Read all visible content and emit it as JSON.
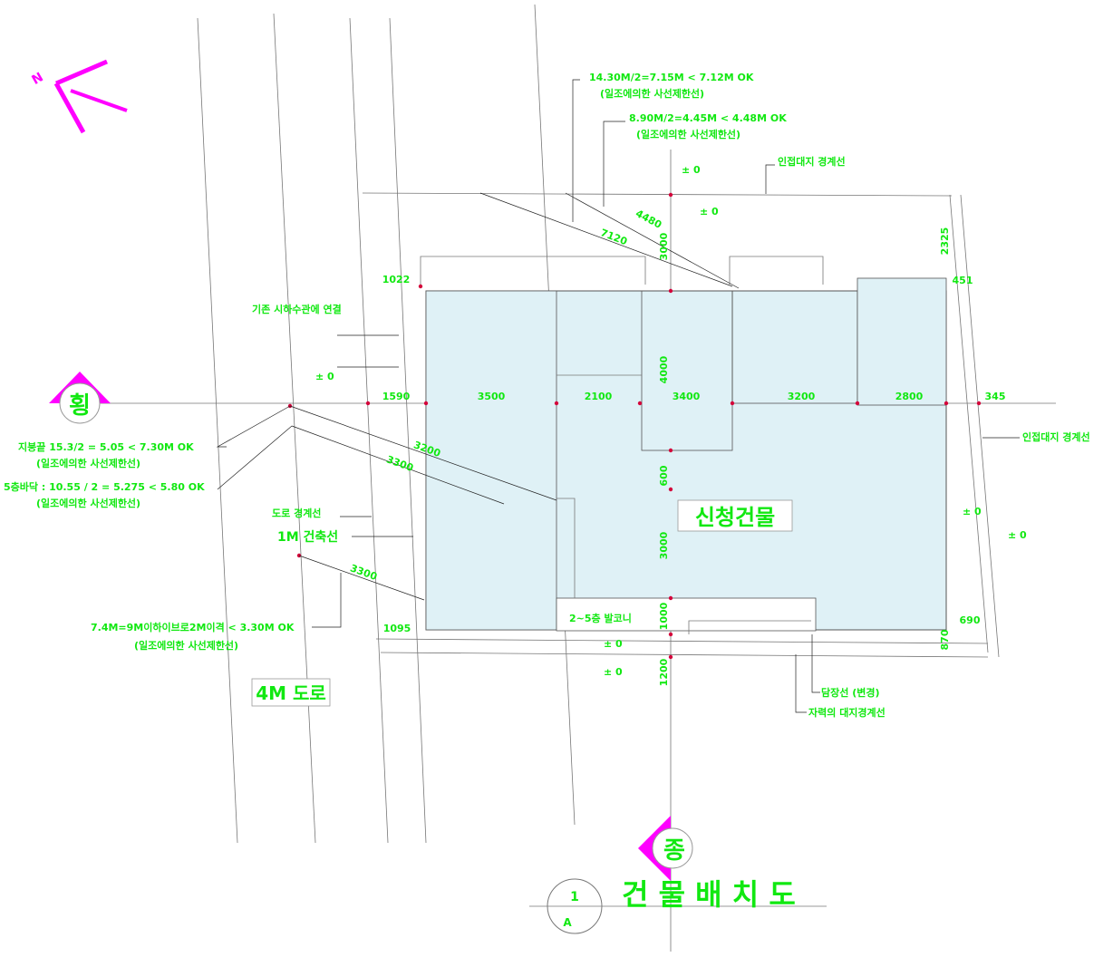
{
  "drawing": {
    "title": "건 물 배 치 도",
    "section_marker_top": "1",
    "section_marker_bottom": "A",
    "building_label": "신청건물",
    "road_label": "4M 도로",
    "direction_west": "횡",
    "direction_south": "종",
    "north_symbol": "N"
  },
  "dimensions": {
    "horizontal": [
      "1590",
      "3500",
      "2100",
      "3400",
      "3200",
      "2800",
      "345"
    ],
    "left_offsets": [
      "1022",
      "1095"
    ],
    "vertical_center": [
      "3000",
      "4000",
      "600",
      "3000",
      "1000",
      "1200"
    ],
    "right_side": [
      "2325",
      "451",
      "690",
      "870"
    ],
    "diagonals": [
      "7120",
      "4480",
      "3300",
      "3200",
      "3300"
    ]
  },
  "annotations": {
    "setback_1_line1": "14.30M/2=7.15M < 7.12M OK",
    "setback_1_line2": "(일조에의한 사선제한선)",
    "setback_2_line1": "8.90M/2=4.45M < 4.48M OK",
    "setback_2_line2": "(일조에의한 사선제한선)",
    "neighbor_boundary_top": "인접대지 경계선",
    "neighbor_boundary_right": "인접대지 경계선",
    "existing_sewer": "기존 시하수관에 연결",
    "left_note_1_line1": "지붕끝 15.3/2 = 5.05 < 7.30M OK",
    "left_note_1_line2": "(일조에의한 사선제한선)",
    "left_note_2_line1": "5층바닥 : 10.55 / 2 = 5.275 < 5.80 OK",
    "left_note_2_line2": "(일조에의한 사선제한선)",
    "road_boundary": "도로 경계선",
    "building_line": "1M 건축선",
    "bottom_left_line1": "7.4M=9M이하이브로2M이격 < 3.30M OK",
    "bottom_left_line2": "(일조에의한 사선제한선)",
    "balcony_note": "2~5층 발코니",
    "fence_line": "담장선 (변경)",
    "own_lot_line": "자력의 대지경계선",
    "level_marks": [
      "± 0",
      "± 0",
      "± 0",
      "± 0",
      "± 0",
      "± 0",
      "± 0"
    ]
  },
  "colors": {
    "text": "#11e811",
    "accent": "#ff00ff",
    "building_fill": "#dff1f6",
    "dot": "#d4003a"
  }
}
